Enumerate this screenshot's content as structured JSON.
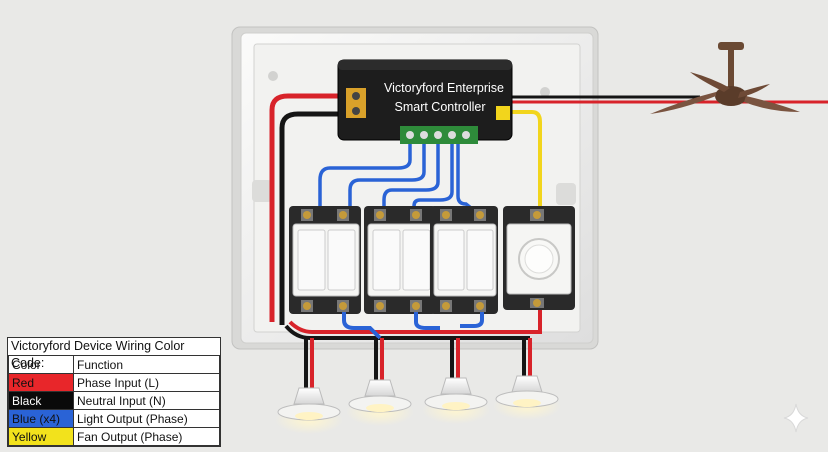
{
  "controller": {
    "line1": "Victoryford Enterprise",
    "line2": "Smart Controller"
  },
  "legend": {
    "title": "Victoryford Device Wiring Color Code:",
    "header": {
      "color": "Color",
      "function": "Function"
    },
    "rows": [
      {
        "color_name": "Red",
        "function": "Phase Input (L)",
        "swatch": "#e8262a",
        "text_color": "#111111"
      },
      {
        "color_name": "Black",
        "function": "Neutral Input (N)",
        "swatch": "#0a0a0a",
        "text_color": "#ffffff"
      },
      {
        "color_name": "Blue (x4)",
        "function": "Light Output (Phase)",
        "swatch": "#2a63d6",
        "text_color": "#111111"
      },
      {
        "color_name": "Yellow",
        "function": "Fan Output (Phase)",
        "swatch": "#f2e21c",
        "text_color": "#111111"
      }
    ]
  },
  "colors": {
    "wall": "#e9e9e7",
    "box": "#f4f4f2",
    "controller": "#1a1a1a",
    "wire_red": "#d8232a",
    "wire_black": "#151515",
    "wire_blue": "#2a63d6",
    "wire_yellow": "#f2d51c",
    "fan": "#6b4a34"
  },
  "icons": {
    "sparkle": "sparkle-icon"
  }
}
